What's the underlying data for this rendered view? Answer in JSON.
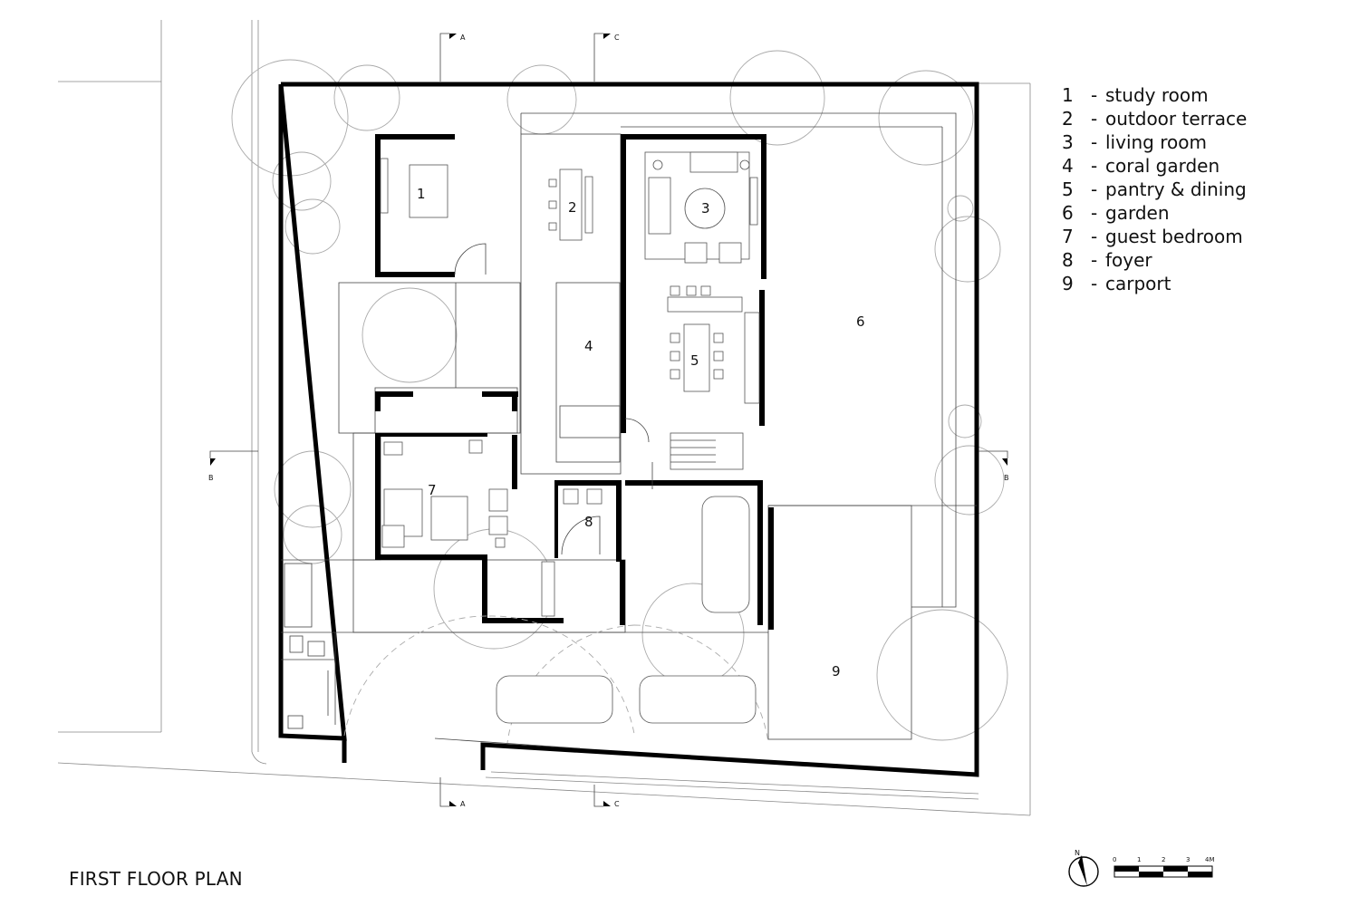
{
  "title": "FIRST FLOOR PLAN",
  "legend": [
    {
      "num": "1",
      "label": "study room"
    },
    {
      "num": "2",
      "label": "outdoor terrace"
    },
    {
      "num": "3",
      "label": "living room"
    },
    {
      "num": "4",
      "label": "coral garden"
    },
    {
      "num": "5",
      "label": "pantry & dining"
    },
    {
      "num": "6",
      "label": "garden"
    },
    {
      "num": "7",
      "label": "guest bedroom"
    },
    {
      "num": "8",
      "label": "foyer"
    },
    {
      "num": "9",
      "label": "carport"
    }
  ],
  "room_labels": {
    "r1": "1",
    "r2": "2",
    "r3": "3",
    "r4": "4",
    "r5": "5",
    "r6": "6",
    "r7": "7",
    "r8": "8",
    "r9": "9"
  },
  "section_markers": {
    "a": "A",
    "c": "C",
    "b": "B"
  },
  "north": "N",
  "scale_bar": {
    "t0": "0",
    "t1": "1",
    "t2": "2",
    "t3": "3",
    "t4": "4M"
  }
}
